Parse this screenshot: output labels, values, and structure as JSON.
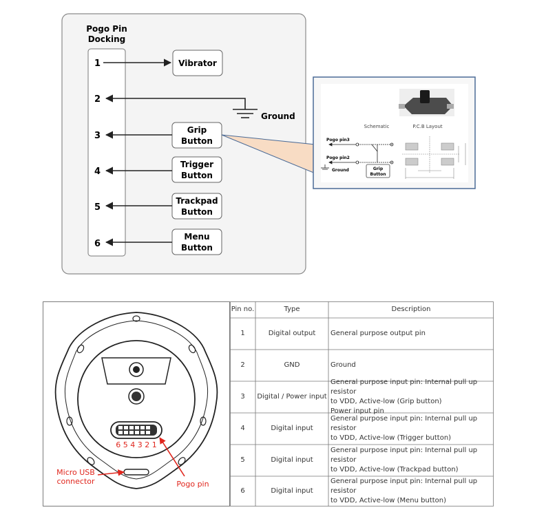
{
  "docking": {
    "title_line1": "Pogo Pin",
    "title_line2": "Docking",
    "pins": [
      "1",
      "2",
      "3",
      "4",
      "5",
      "6"
    ],
    "ground_label": "Ground",
    "components": {
      "vibrator": "Vibrator",
      "grip": [
        "Grip",
        "Button"
      ],
      "trigger": [
        "Trigger",
        "Button"
      ],
      "trackpad": [
        "Trackpad",
        "Button"
      ],
      "menu": [
        "Menu",
        "Button"
      ]
    }
  },
  "inset": {
    "schematic_label": "Schematic",
    "pcb_label": "P.C.B Layout",
    "pogo_pin3": "Pogo pin3",
    "pogo_pin2": "Pogo pin2",
    "ground": "Ground",
    "grip_button": [
      "Grip",
      "Button"
    ]
  },
  "photo": {
    "pin_numbers": "6 5 4 3 2 1",
    "micro_usb": [
      "Micro USB",
      "connector"
    ],
    "pogo_pin": "Pogo pin"
  },
  "table": {
    "headers": [
      "Pin no.",
      "Type",
      "Description"
    ],
    "rows": [
      {
        "pin": "1",
        "type": "Digital output",
        "desc": [
          "General purpose output pin"
        ]
      },
      {
        "pin": "2",
        "type": "GND",
        "desc": [
          "Ground"
        ]
      },
      {
        "pin": "3",
        "type": "Digital / Power input",
        "desc": [
          "General purpose input pin: Internal pull up resistor",
          "to VDD, Active-low (Grip button)",
          "Power input pin"
        ]
      },
      {
        "pin": "4",
        "type": "Digital input",
        "desc": [
          "General purpose input pin: Internal pull up resistor",
          "to VDD, Active-low (Trigger button)"
        ]
      },
      {
        "pin": "5",
        "type": "Digital input",
        "desc": [
          "General purpose input pin: Internal pull up resistor",
          "to VDD, Active-low (Trackpad button)"
        ]
      },
      {
        "pin": "6",
        "type": "Digital input",
        "desc": [
          "General purpose input pin: Internal pull up resistor",
          "to VDD, Active-low (Menu button)"
        ]
      }
    ]
  },
  "colors": {
    "callout_red": "#e0261d",
    "inset_border": "#4a6a96",
    "callout_fill": "#f8dcc4",
    "panel_bg": "#f4f4f4"
  }
}
